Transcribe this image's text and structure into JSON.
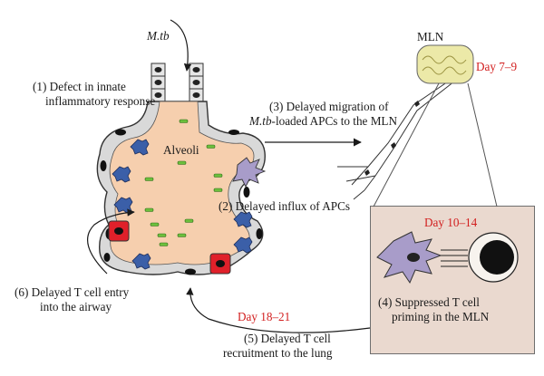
{
  "diagram": {
    "pathogen": "M.tb",
    "alveoli": "Alveoli",
    "mln": "MLN",
    "day_7_9": "Day 7–9",
    "day_10_14": "Day 10–14",
    "day_18_21": "Day 18–21",
    "step1": {
      "line1": "(1) Defect in innate",
      "line2": "inflammatory response"
    },
    "step2": "(2) Delayed influx of APCs",
    "step3": {
      "line1": "(3) Delayed migration of",
      "line2_italic": "M.tb",
      "line2_rest": "-loaded APCs to the MLN"
    },
    "step4": {
      "line1": "(4) Suppressed T cell",
      "line2": "priming in the MLN"
    },
    "step5": {
      "line1": "(5) Delayed T cell",
      "line2": "recruitment to the lung"
    },
    "step6": {
      "line1": "(6) Delayed T cell entry",
      "line2": "into the airway"
    },
    "colors": {
      "alveolar_space": "#f6cfae",
      "epithelium": "#d9d9d9",
      "bacteria": "#6cbf3c",
      "t_cell": "#e0202a",
      "macrophage": "#3b5fa8",
      "day_label": "#d21f1f",
      "inset_box": "#ead9cf",
      "mln_node": "#ece9a8"
    }
  }
}
